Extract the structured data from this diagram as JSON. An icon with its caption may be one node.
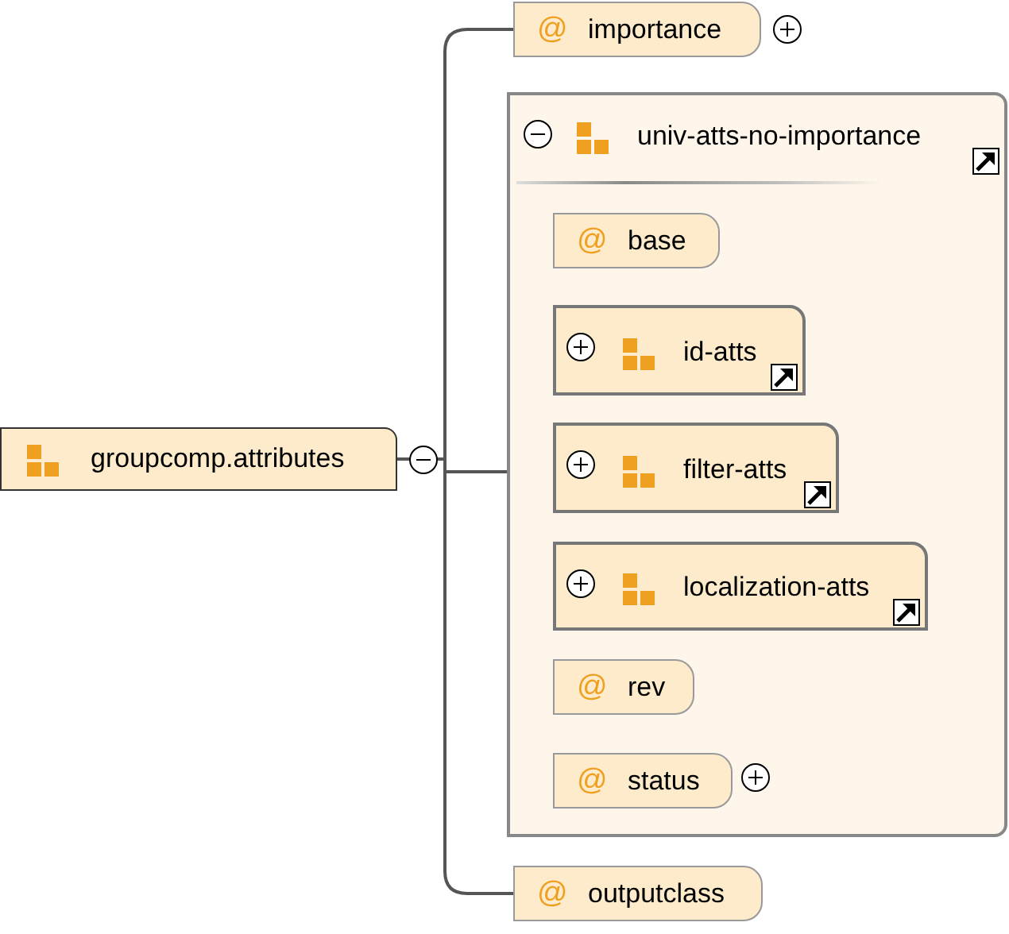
{
  "diagram": {
    "nodes": [
      {
        "text": [
          "groupcomp.attributes"
        ]
      },
      {
        "text": [
          "@",
          "importance"
        ]
      },
      {
        "text": [
          "univ-atts-no-importance"
        ]
      },
      {
        "text": [
          "@",
          "base"
        ],
        "in": 2
      },
      {
        "text": [
          "id-atts"
        ],
        "in": 2
      },
      {
        "text": [
          "filter-atts"
        ],
        "in": 2
      },
      {
        "text": [
          "localization-atts"
        ],
        "in": 2
      },
      {
        "text": [
          "@",
          "rev"
        ],
        "in": 2
      },
      {
        "text": [
          "@",
          "status"
        ],
        "in": 2
      },
      {
        "text": [
          "@",
          "outputclass"
        ]
      }
    ],
    "edges": [
      {
        "from": 0,
        "to": 1,
        "arrow": "none"
      },
      {
        "from": 0,
        "to": 2,
        "arrow": "none"
      },
      {
        "from": 0,
        "to": 9,
        "arrow": "none"
      }
    ]
  }
}
